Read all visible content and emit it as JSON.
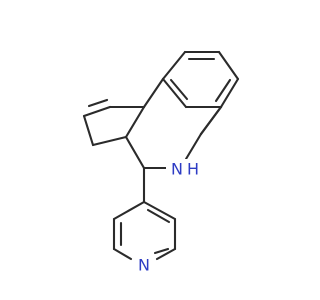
{
  "molecule": {
    "atoms": {
      "nh": {
        "label": "N",
        "sublabel": "H",
        "color": "#2e3cc4"
      },
      "pyridine_n": {
        "label": "N",
        "color": "#2e3cc4"
      }
    },
    "bond_color": "#2b2b2b"
  }
}
